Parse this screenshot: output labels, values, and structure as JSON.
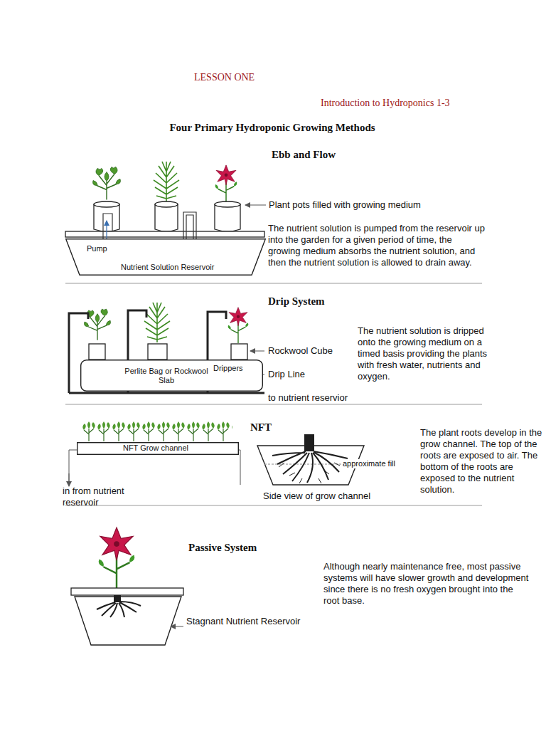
{
  "diagram": {
    "title": "Four Primary Hydroponic Growing Methods",
    "nodes": [
      {
        "text": [
          "Pump",
          "Nutrient Solution Reservoir"
        ]
      },
      {
        "text": [
          "Perlite Bag or Rockwool Slab"
        ]
      },
      {
        "text": [
          "NFT Grow channel"
        ]
      }
    ],
    "labels": [
      "LESSON ONE",
      "Introduction to Hydroponics 1-3",
      "Ebb and Flow",
      "Plant pots filled with growing medium",
      "The nutrient solution is pumped from the reservoir up into the garden for a given period of time, the growing medium absorbs the nutrient solution, and then the nutrient solution is allowed to drain away.",
      "Drip System",
      "Rockwool Cube",
      "Drippers",
      "Drip Line",
      "to nutrient reservior",
      "The nutrient solution is dripped onto the growing medium on a timed basis providing the plants with fresh water, nutrients and oxygen.",
      "NFT",
      "approximate fill",
      "Side view of grow channel",
      "in from nutrient reservoir",
      "The plant roots develop in the grow channel. The top of the roots are exposed to air. The bottom of the roots are exposed to the nutrient solution.",
      "Passive System",
      "Stagnant Nutrient Reservoir",
      "Although nearly maintenance free, most passive systems will have slower growth and development since there is no fresh oxygen brought into the root base."
    ]
  }
}
